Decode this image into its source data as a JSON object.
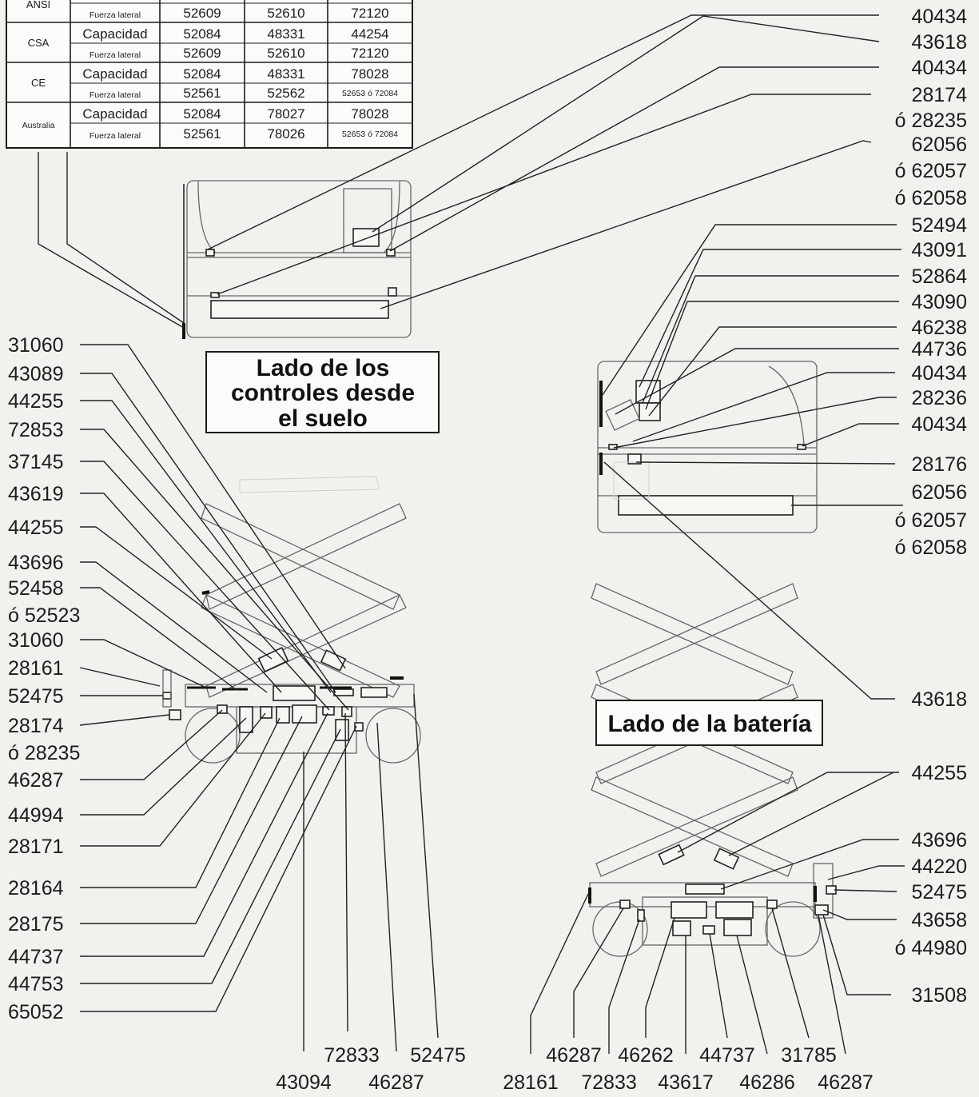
{
  "table": {
    "rows": [
      {
        "region": "ANSI",
        "r1_label": "",
        "r1": [
          "",
          "",
          ""
        ],
        "r2_label": "Fuerza lateral",
        "r2": [
          "52609",
          "52610",
          "72120"
        ]
      },
      {
        "region": "CSA",
        "r1_label": "Capacidad",
        "r1": [
          "52084",
          "48331",
          "44254"
        ],
        "r2_label": "Fuerza lateral",
        "r2": [
          "52609",
          "52610",
          "72120"
        ]
      },
      {
        "region": "CE",
        "r1_label": "Capacidad",
        "r1": [
          "52084",
          "48331",
          "78028"
        ],
        "r2_label": "Fuerza lateral",
        "r2": [
          "52561",
          "52562",
          "52653 ó 72084"
        ]
      },
      {
        "region": "Australia",
        "r1_label": "Capacidad",
        "r1": [
          "52084",
          "78027",
          "78028"
        ],
        "r2_label": "Fuerza lateral",
        "r2": [
          "52561",
          "78026",
          "52653 ó 72084"
        ]
      }
    ]
  },
  "titles": {
    "controls_side": [
      "Lado de los",
      "controles desde",
      "el suelo"
    ],
    "battery_side": "Lado de la batería"
  },
  "right_labels": [
    "40434",
    "43618",
    "40434",
    "28174",
    "ó 28235",
    "62056",
    "ó 62057",
    "ó 62058",
    "52494",
    "43091",
    "52864",
    "43090",
    "46238",
    "44736",
    "40434",
    "28236",
    "40434",
    "28176",
    "62056",
    "ó 62057",
    "ó 62058",
    "43618",
    "44255",
    "43696",
    "44220",
    "52475",
    "43658",
    "ó 44980",
    "31508"
  ],
  "left_labels": [
    "31060",
    "43089",
    "44255",
    "72853",
    "37145",
    "43619",
    "44255",
    "43696",
    "52458",
    "ó 52523",
    "31060",
    "28161",
    "52475",
    "28174",
    "ó 28235",
    "46287",
    "44994",
    "28171",
    "28164",
    "28175",
    "44737",
    "44753",
    "65052"
  ],
  "bottom_labels_row1": [
    "72833",
    "52475",
    "46287",
    "46262",
    "44737",
    "31785"
  ],
  "bottom_labels_row2": [
    "43094",
    "46287",
    "28161",
    "72833",
    "43617",
    "46286",
    "46287"
  ]
}
